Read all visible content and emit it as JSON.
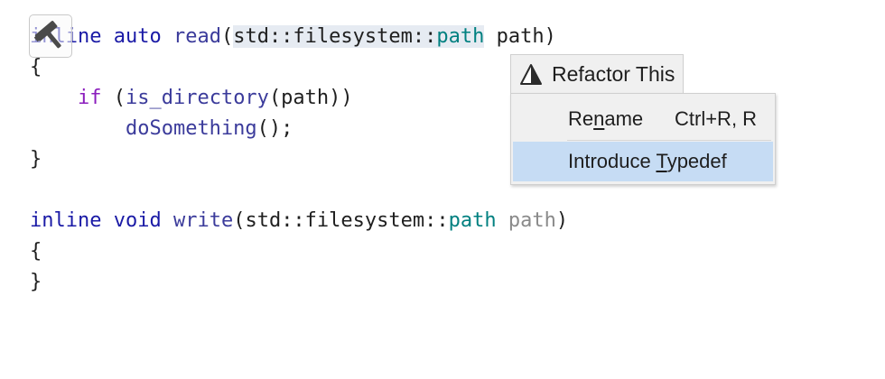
{
  "code": {
    "line1": {
      "kw": "inline",
      "ret": "auto",
      "fn": "read",
      "open": "(",
      "ns": "std::filesystem::",
      "type": "path",
      "param": "path",
      "close": ")"
    },
    "line2": {
      "text": "{"
    },
    "line3": {
      "kw": "if",
      "open": "(",
      "fn": "is_directory",
      "args": "(path))"
    },
    "line4": {
      "fn": "doSomething",
      "rest": "();"
    },
    "line5": {
      "text": "}"
    },
    "line7": {
      "kw": "inline",
      "ret": "void",
      "fn": "write",
      "open": "(",
      "ns": "std::filesystem::",
      "type": "path",
      "param": "path",
      "close": ")"
    },
    "line8": {
      "text": "{"
    },
    "line9": {
      "text": "}"
    }
  },
  "refactor": {
    "tab_label": "Refactor This",
    "tab_icon": "resharper-triangle-icon",
    "items": [
      {
        "label_pre": "Re",
        "label_ul": "n",
        "label_post": "ame",
        "shortcut": "Ctrl+R, R",
        "highlighted": false
      },
      {
        "label_pre": "Introduce ",
        "label_ul": "T",
        "label_post": "ypedef",
        "shortcut": "",
        "highlighted": true
      }
    ]
  },
  "gutter": {
    "icon": "hammer-icon"
  },
  "colors": {
    "keyword": "#1a1aa6",
    "control": "#8b1dbd",
    "function": "#3b3b9b",
    "type": "#008080",
    "selection": "#e6ebf2",
    "menu_highlight": "#c6dcf4",
    "menu_bg": "#f0f0f0"
  }
}
